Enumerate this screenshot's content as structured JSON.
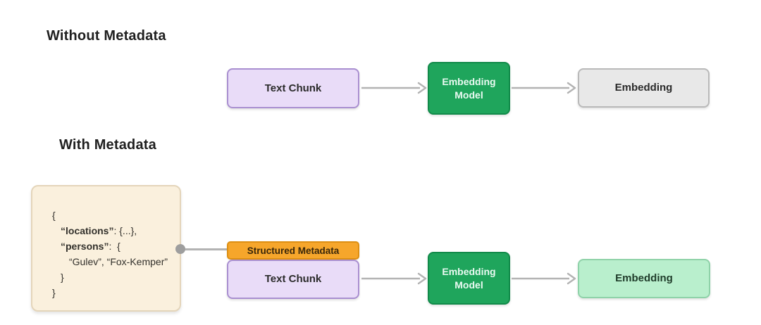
{
  "diagram": {
    "section_without": {
      "heading": "Without Metadata",
      "text_chunk_label": "Text Chunk",
      "embedding_model_label": "Embedding Model",
      "embedding_label": "Embedding"
    },
    "section_with": {
      "heading": "With Metadata",
      "metadata_json": {
        "open_brace": "{",
        "locations_key": "“locations”",
        "locations_rest": ": {...},",
        "persons_key": "“persons”",
        "persons_rest": ":  {",
        "persons_values": "“Gulev”, “Fox-Kemper”",
        "inner_close": "}",
        "close_brace": "}"
      },
      "structured_metadata_label": "Structured Metadata",
      "text_chunk_label": "Text Chunk",
      "embedding_model_label": "Embedding Model",
      "embedding_label": "Embedding"
    },
    "palette": {
      "purple_fill": "#e9dcf8",
      "purple_border": "#a98fd0",
      "green_fill": "#1fa55c",
      "green_border": "#128a4a",
      "gray_fill": "#e8e8e8",
      "gray_border": "#b9b9b9",
      "orange_fill": "#f6a62b",
      "orange_border": "#dd8f12",
      "cream_fill": "#faf0dd",
      "cream_border": "#e4d5ba",
      "lightgreen_fill": "#b9efcd",
      "lightgreen_border": "#8fd2a9",
      "arrow_gray": "#b3b3b3",
      "dot_gray": "#9e9e9e"
    }
  }
}
